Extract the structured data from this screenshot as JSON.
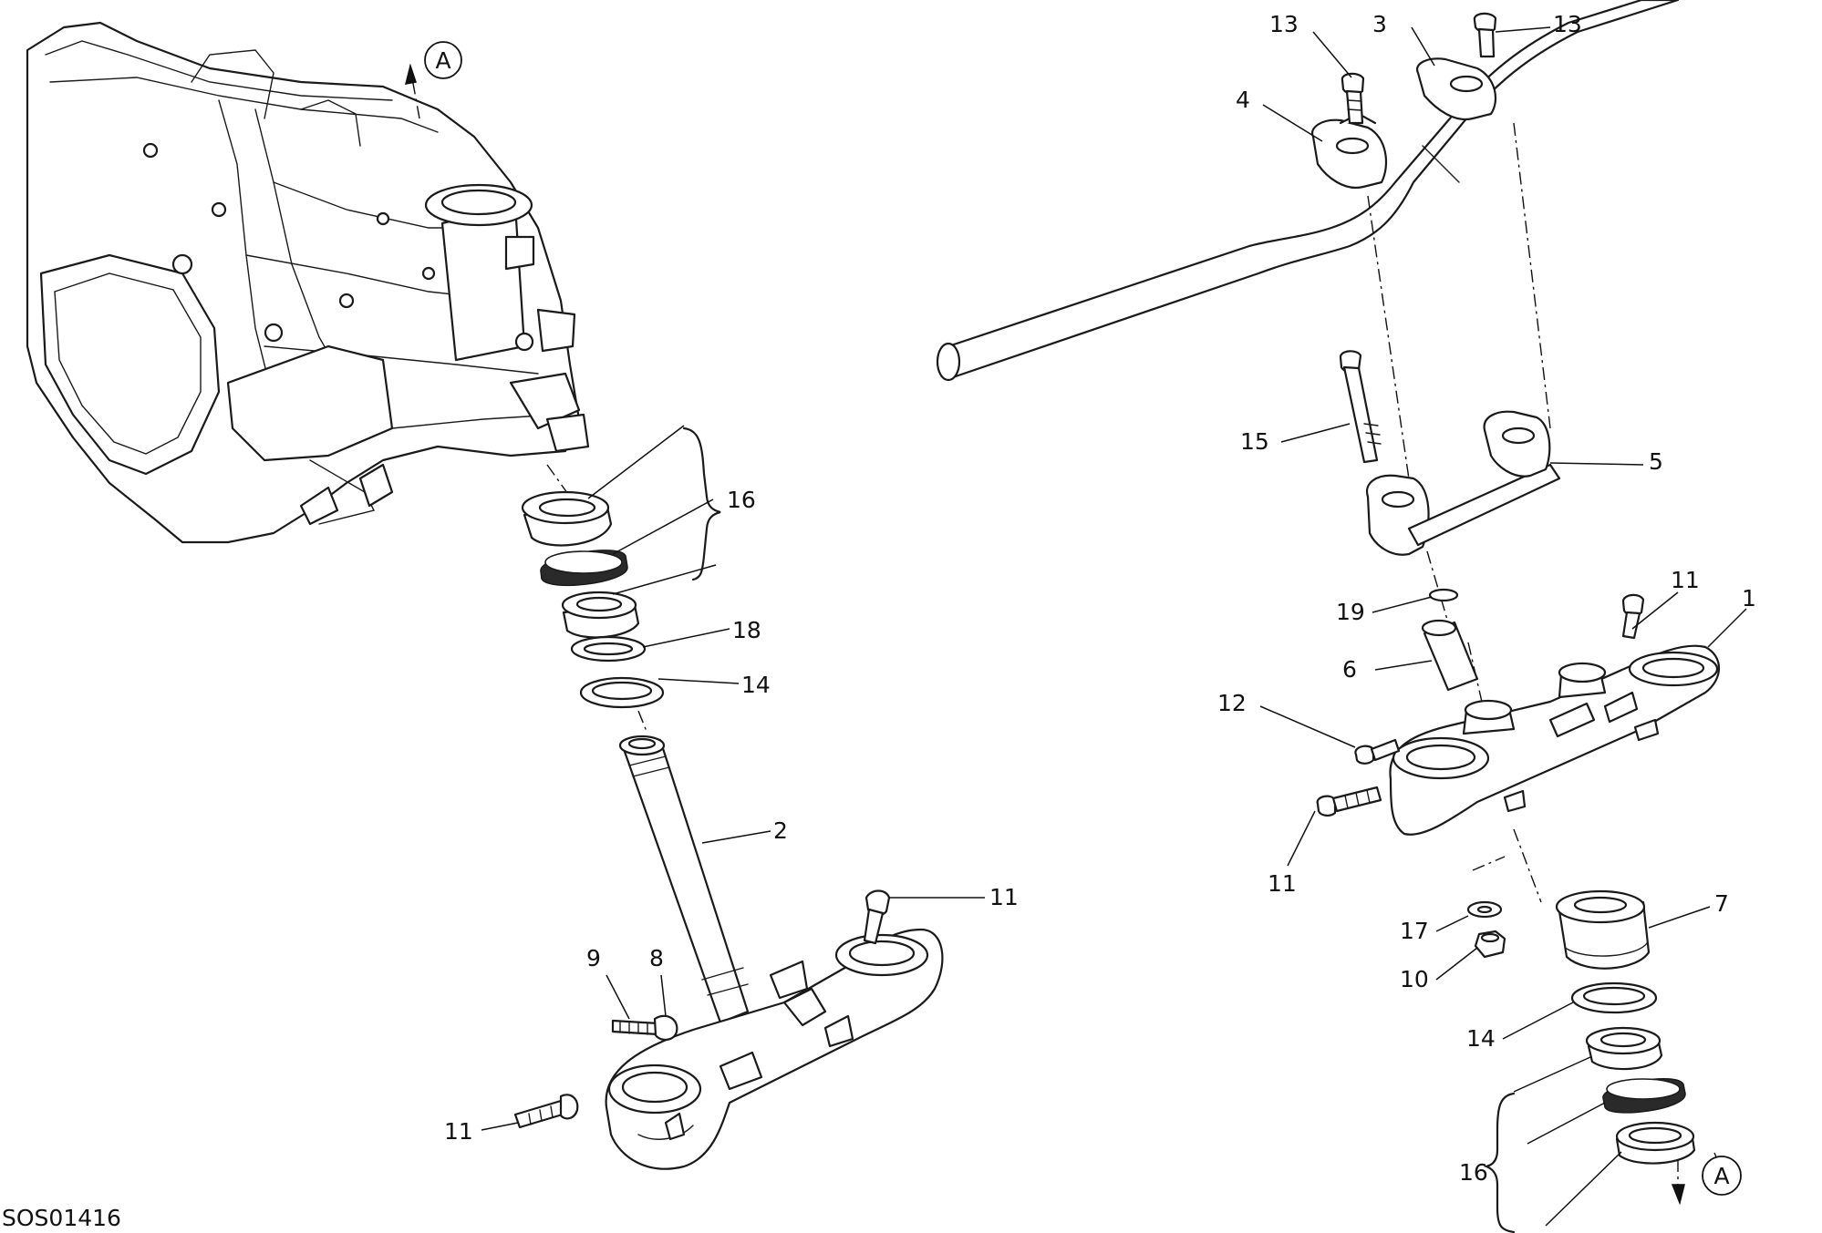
{
  "drawing_code": "SOS01416",
  "ref_mark": "A",
  "callouts": {
    "c1": "1",
    "c2": "2",
    "c3": "3",
    "c4": "4",
    "c5": "5",
    "c6": "6",
    "c7": "7",
    "c8": "8",
    "c9": "9",
    "c10": "10",
    "c11a": "11",
    "c11b": "11",
    "c11c": "11",
    "c11d": "11",
    "c12": "12",
    "c13a": "13",
    "c13b": "13",
    "c14a": "14",
    "c14b": "14",
    "c15": "15",
    "c16a": "16",
    "c16b": "16",
    "c17": "17",
    "c18": "18",
    "c19": "19"
  }
}
